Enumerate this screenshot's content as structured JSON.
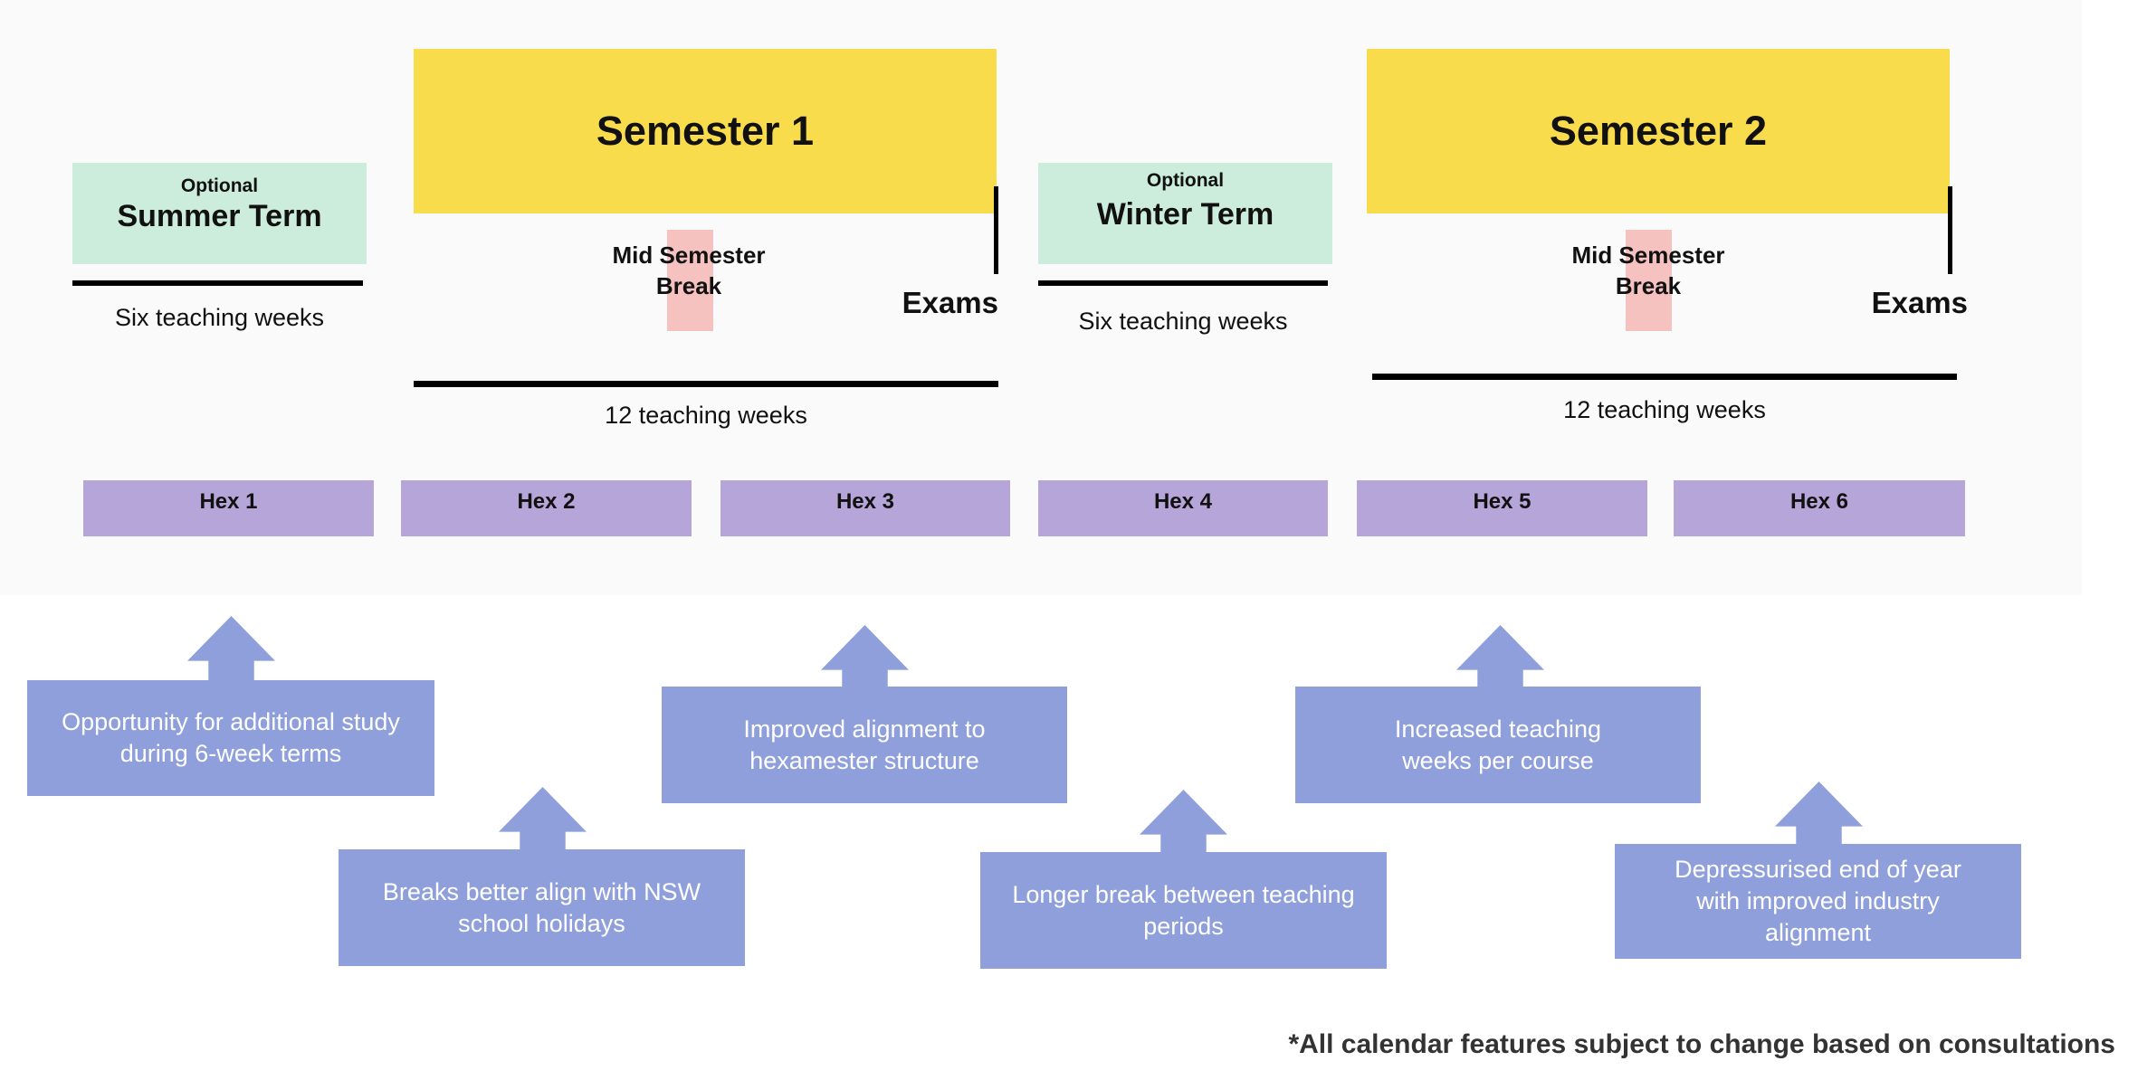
{
  "summer": {
    "optional": "Optional",
    "name": "Summer Term",
    "weeks": "Six teaching weeks"
  },
  "semester1": {
    "title": "Semester 1",
    "mid_break": [
      "Mid Semester",
      "Break"
    ],
    "exams": "Exams",
    "weeks": "12 teaching weeks"
  },
  "winter": {
    "optional": "Optional",
    "name": "Winter Term",
    "weeks": "Six teaching weeks"
  },
  "semester2": {
    "title": "Semester 2",
    "mid_break": [
      "Mid Semester",
      "Break"
    ],
    "exams": "Exams",
    "weeks": "12 teaching weeks"
  },
  "hexes": [
    "Hex 1",
    "Hex 2",
    "Hex 3",
    "Hex 4",
    "Hex 5",
    "Hex 6"
  ],
  "callouts": [
    [
      "Opportunity for additional study",
      "during 6-week terms"
    ],
    [
      "Improved alignment to",
      "hexamester structure"
    ],
    [
      "Increased teaching",
      "weeks per course"
    ],
    [
      "Breaks better align with NSW",
      "school holidays"
    ],
    [
      "Longer break between teaching",
      "periods"
    ],
    [
      "Depressurised end of year",
      "with improved industry",
      "alignment"
    ]
  ],
  "footnote": "*All calendar features subject to change based on consultations",
  "colors": {
    "semester": "#f9dc4b",
    "term": "#cdeddc",
    "break": "#f5c2c0",
    "hex": "#b5a5d9",
    "callout": "#8f9fdb"
  }
}
